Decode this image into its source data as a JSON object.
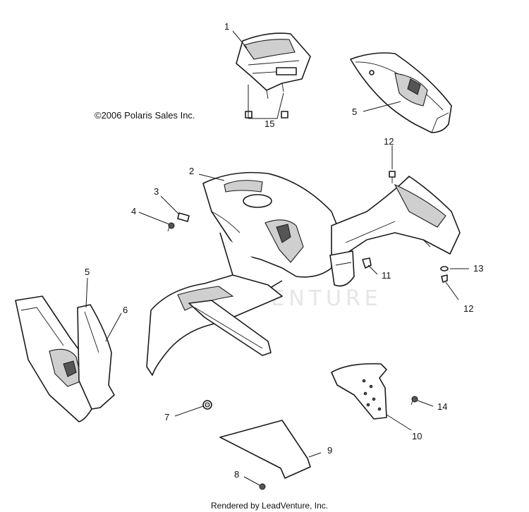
{
  "copyright": "©2006 Polaris Sales Inc.",
  "watermark": "LEADVENTURE",
  "footer": "Rendered by LeadVenture, Inc.",
  "callouts": [
    {
      "id": "callout-1",
      "label": "1"
    },
    {
      "id": "callout-15",
      "label": "15"
    },
    {
      "id": "callout-5-top",
      "label": "5"
    },
    {
      "id": "callout-12-top",
      "label": "12"
    },
    {
      "id": "callout-2",
      "label": "2"
    },
    {
      "id": "callout-3",
      "label": "3"
    },
    {
      "id": "callout-4",
      "label": "4"
    },
    {
      "id": "callout-11",
      "label": "11"
    },
    {
      "id": "callout-13",
      "label": "13"
    },
    {
      "id": "callout-12-bottom",
      "label": "12"
    },
    {
      "id": "callout-5-left",
      "label": "5"
    },
    {
      "id": "callout-6",
      "label": "6"
    },
    {
      "id": "callout-7",
      "label": "7"
    },
    {
      "id": "callout-9",
      "label": "9"
    },
    {
      "id": "callout-10",
      "label": "10"
    },
    {
      "id": "callout-14",
      "label": "14"
    },
    {
      "id": "callout-8",
      "label": "8"
    }
  ]
}
